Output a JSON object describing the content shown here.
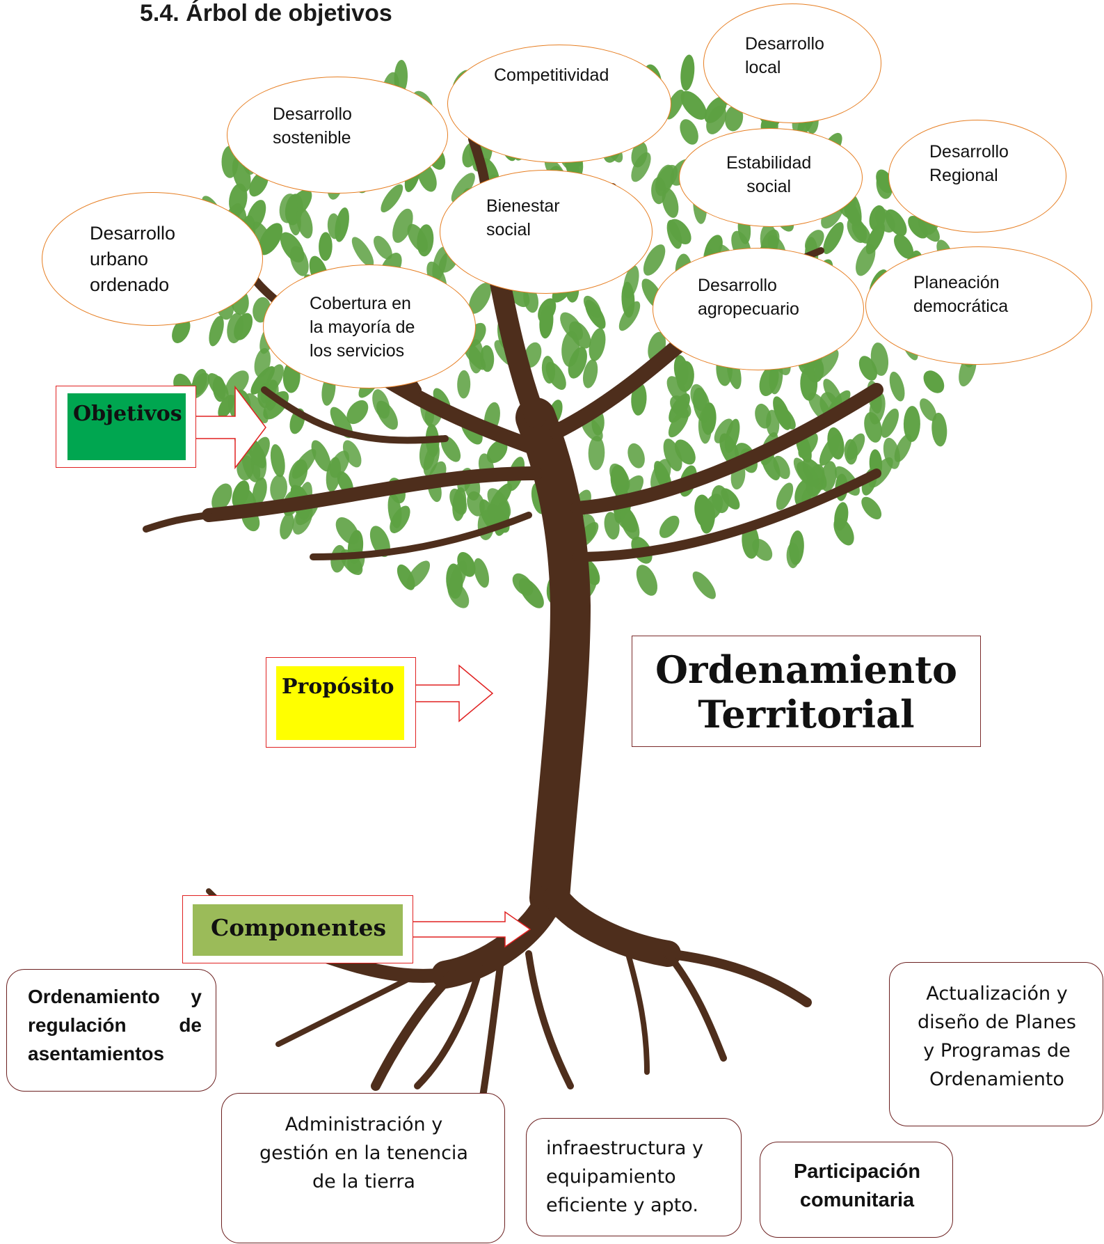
{
  "title": "5.4. Árbol de objetivos",
  "objectives": [
    "Desarrollo\nsostenible",
    "Competitividad",
    "Desarrollo\nlocal",
    "Estabilidad\nsocial",
    "Desarrollo\nRegional",
    "Bienestar\nsocial",
    "Desarrollo\nurbano\nordenado",
    "Cobertura en\nla mayoría de\nlos servicios",
    "Desarrollo\nagropecuario",
    "Planeación\ndemocrática"
  ],
  "labels": {
    "objetivos": "Objetivos",
    "proposito": "Propósito",
    "componentes": "Componentes"
  },
  "label_colors": {
    "objetivos": "#00a650",
    "proposito": "#ffff00",
    "componentes": "#9bbb59"
  },
  "purpose": "Ordenamiento\nTerritorial",
  "components": [
    "Ordenamiento y\nregulación de\nasentamientos",
    "Administración y\ngestión en la tenencia\nde la tierra",
    "infraestructura y\nequipamiento\neficiente y apto.",
    "Participación\ncomunitaria",
    "Actualización y\ndiseño de Planes\ny Programas de\nOrdenamiento"
  ],
  "colors": {
    "trunk": "#4e2e1c",
    "leaf": "#5da142",
    "oval_border": "#e67e22",
    "arrow_border": "#e02020"
  }
}
